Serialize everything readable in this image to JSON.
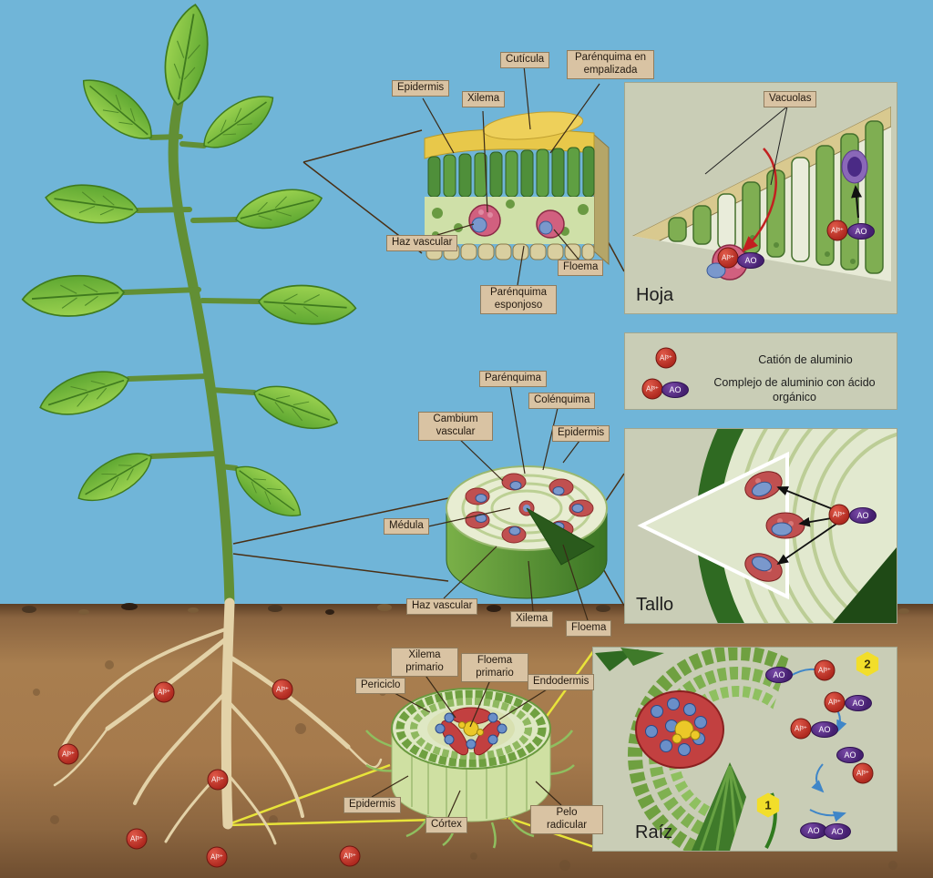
{
  "markers": {
    "al": "Al³⁺",
    "ao": "AO"
  },
  "legend": {
    "row1": "Catión de aluminio",
    "row2": "Complejo de aluminio con ácido orgánico"
  },
  "panels": {
    "hoja": {
      "title": "Hoja"
    },
    "tallo": {
      "title": "Tallo"
    },
    "raiz": {
      "title": "Raíz",
      "badge1": "1",
      "badge2": "2"
    }
  },
  "labels": {
    "cuticula": "Cutícula",
    "parenquima_empalizada": "Parénquima en empalizada",
    "epidermis_hoja": "Epidermis",
    "xilema_hoja": "Xilema",
    "haz_vascular_hoja": "Haz vascular",
    "floema_hoja": "Floema",
    "parenquima_esponjoso": "Parénquima esponjoso",
    "vacuolas": "Vacuolas",
    "parenquima_tallo": "Parénquima",
    "colenquima": "Colénquima",
    "cambium_vascular": "Cambium vascular",
    "epidermis_tallo": "Epidermis",
    "medula": "Médula",
    "haz_vascular_tallo": "Haz vascular",
    "xilema_tallo": "Xilema",
    "floema_tallo": "Floema",
    "xilema_primario": "Xilema primario",
    "floema_primario": "Floema primario",
    "periciclo": "Periciclo",
    "endodermis": "Endodermis",
    "epidermis_raiz": "Epidermis",
    "cortex": "Córtex",
    "pelo_radicular": "Pelo radicular"
  },
  "colors": {
    "sky": "#70b5d8",
    "panel_bg": "#c9cdb6",
    "label_bg": "#d9c3a3",
    "al_red": "#b02a20",
    "ao_purple": "#5b2c83",
    "leaf_green": "#7dbf3f",
    "soil_brown": "#a87e4f",
    "highlight_yellow": "#e8e43a"
  }
}
